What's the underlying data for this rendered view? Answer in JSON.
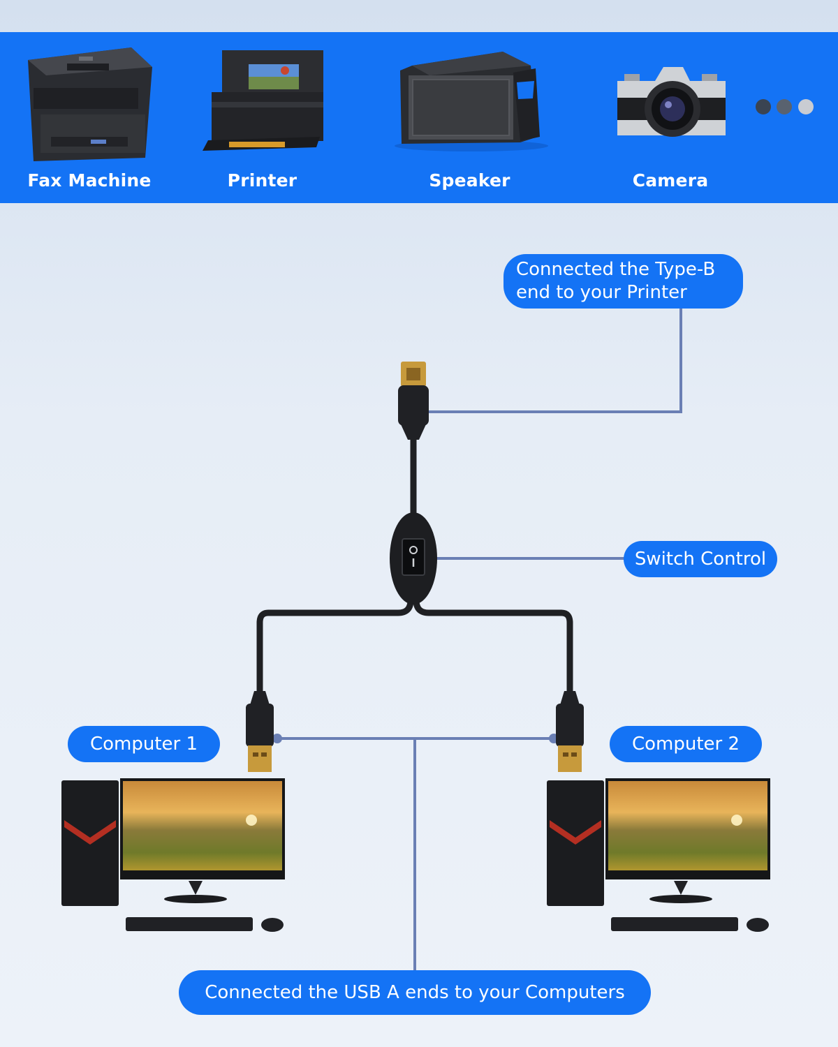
{
  "colors": {
    "brand_blue": "#1473f5",
    "connector_line": "#6a7fb4",
    "background_top": "#d4e0ef",
    "background_bottom": "#edf2f9"
  },
  "devices": [
    {
      "label": "Fax Machine",
      "icon": "fax-machine-icon"
    },
    {
      "label": "Printer",
      "icon": "printer-icon"
    },
    {
      "label": "Speaker",
      "icon": "speaker-icon"
    },
    {
      "label": "Camera",
      "icon": "camera-icon"
    }
  ],
  "more_indicator": {
    "icon": "more-dots-icon",
    "dot_colors": [
      "#3a4452",
      "#59626f",
      "#c9ccd2"
    ]
  },
  "callouts": {
    "type_b": "Connected the Type-B end to your Printer",
    "switch": "Switch Control",
    "computer_1": "Computer 1",
    "computer_2": "Computer 2",
    "usb_a": "Connected the USB A ends to your Computers"
  }
}
